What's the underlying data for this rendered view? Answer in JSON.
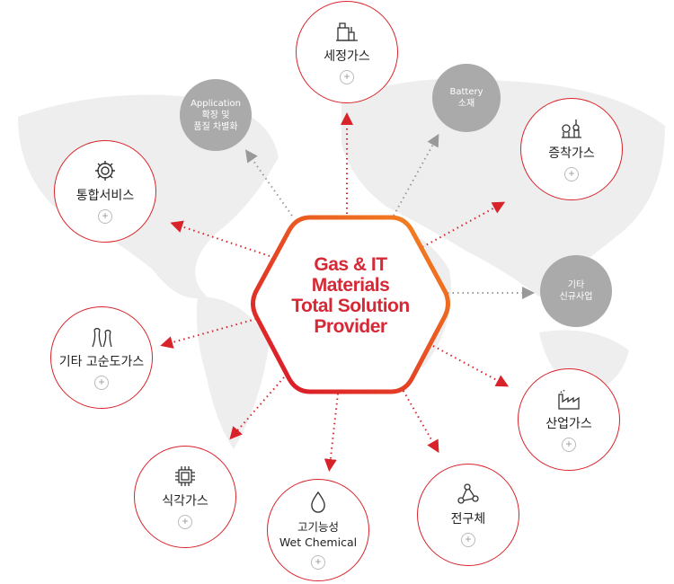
{
  "center": {
    "lines": [
      "Gas & IT",
      "Materials",
      "Total Solution",
      "Provider"
    ]
  },
  "nodes": [
    {
      "id": "cleaning",
      "label": "세정가스",
      "icon": "tank-icon"
    },
    {
      "id": "deposition",
      "label": "증착가스",
      "icon": "plant-icon"
    },
    {
      "id": "integrated",
      "label": "통합서비스",
      "icon": "gear-icon"
    },
    {
      "id": "highpurity",
      "label": "기타 고순도가스",
      "icon": "cooling-tower-icon"
    },
    {
      "id": "industrial",
      "label": "산업가스",
      "icon": "factory-icon"
    },
    {
      "id": "etching",
      "label": "식각가스",
      "icon": "chip-icon"
    },
    {
      "id": "wetchem",
      "label": "고기능성",
      "label2": "Wet Chemical",
      "icon": "droplet-icon"
    },
    {
      "id": "precursor",
      "label": "전구체",
      "icon": "molecule-icon"
    }
  ],
  "future": [
    {
      "id": "application",
      "lines": [
        "Application",
        "확장 및",
        "품질 차별화"
      ]
    },
    {
      "id": "battery",
      "lines": [
        "Battery",
        "소재"
      ]
    },
    {
      "id": "newbiz",
      "lines": [
        "기타",
        "신규사업"
      ]
    }
  ],
  "plus_symbol": "+",
  "colors": {
    "accent": "#d8232a",
    "gradient_end": "#f07a1c",
    "future": "#aaaaaa",
    "map": "#efefef"
  }
}
